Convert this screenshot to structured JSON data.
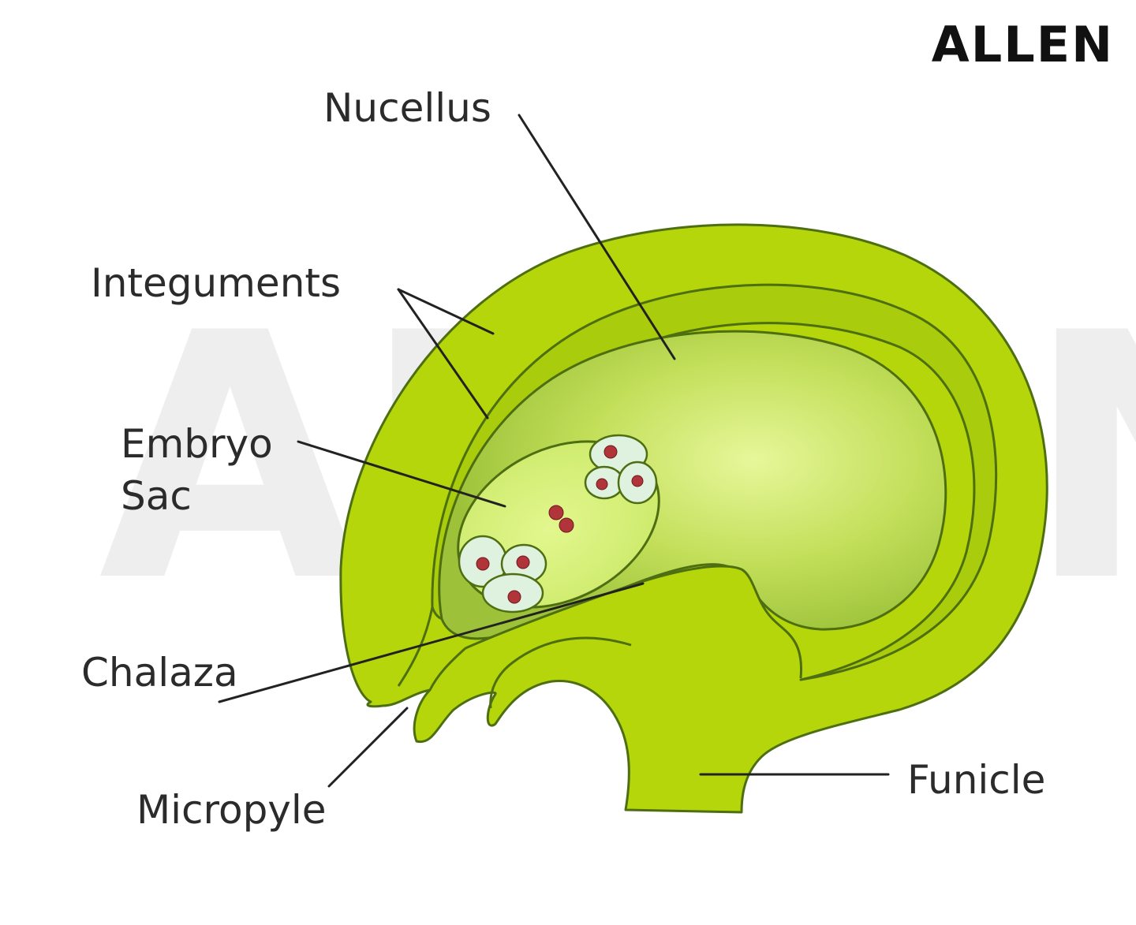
{
  "brand": {
    "logo_text": "ALLEN",
    "watermark_text": "ALLEN"
  },
  "labels": {
    "nucellus": "Nucellus",
    "integuments": "Integuments",
    "embryo_sac_line1": "Embryo",
    "embryo_sac_line2": "Sac",
    "chalaza": "Chalaza",
    "micropyle": "Micropyle",
    "funicle": "Funicle"
  },
  "colors": {
    "integument_outer": "#b5d60a",
    "integument_inner": "#a6c80a",
    "nucellus": "#c9e566",
    "embryo_sac": "#d8f27a",
    "cell_fill": "#dff2df",
    "nucleus": "#b0343a",
    "outline": "#4e6e12",
    "text": "#2b2b2b"
  }
}
